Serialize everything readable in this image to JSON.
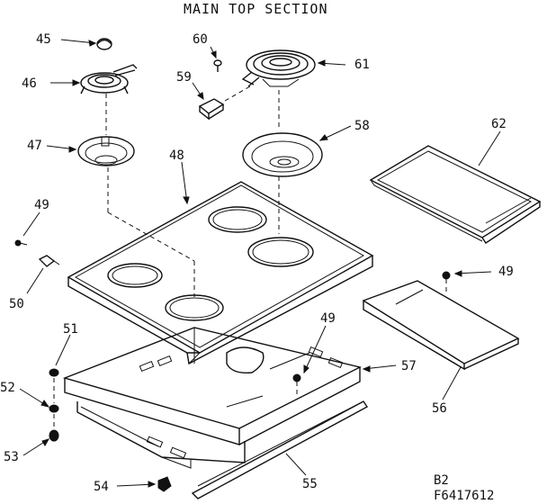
{
  "title": "MAIN TOP SECTION",
  "parts": [
    {
      "id": "p45",
      "label": "45"
    },
    {
      "id": "p46",
      "label": "46"
    },
    {
      "id": "p47",
      "label": "47"
    },
    {
      "id": "p48",
      "label": "48"
    },
    {
      "id": "p49a",
      "label": "49"
    },
    {
      "id": "p50",
      "label": "50"
    },
    {
      "id": "p51",
      "label": "51"
    },
    {
      "id": "p52",
      "label": "52"
    },
    {
      "id": "p53",
      "label": "53"
    },
    {
      "id": "p54",
      "label": "54"
    },
    {
      "id": "p55",
      "label": "55"
    },
    {
      "id": "p56",
      "label": "56"
    },
    {
      "id": "p57",
      "label": "57"
    },
    {
      "id": "p58",
      "label": "58"
    },
    {
      "id": "p59",
      "label": "59"
    },
    {
      "id": "p60",
      "label": "60"
    },
    {
      "id": "p61",
      "label": "61"
    },
    {
      "id": "p62",
      "label": "62"
    },
    {
      "id": "p49b",
      "label": "49"
    },
    {
      "id": "p49c",
      "label": "49"
    }
  ],
  "footer": {
    "line1": "B2",
    "line2": "F6417612"
  }
}
